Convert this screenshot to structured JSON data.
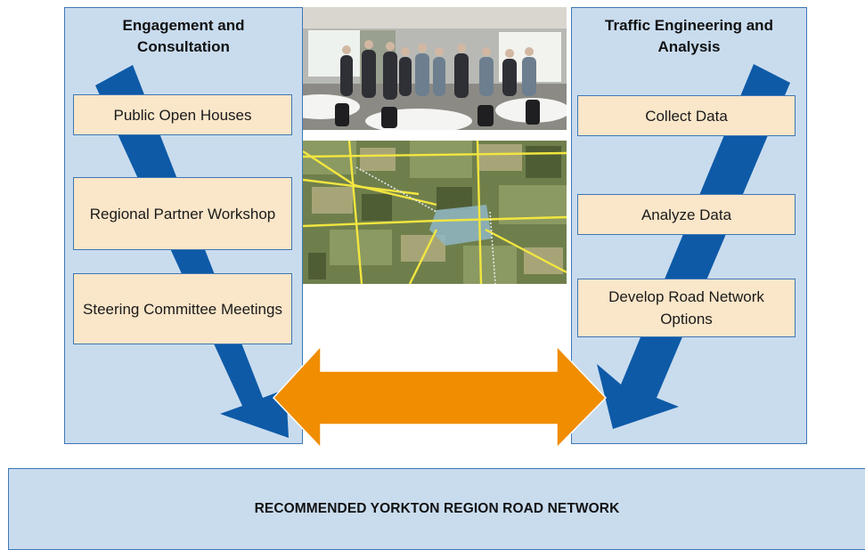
{
  "left_panel": {
    "title": "Engagement and Consultation",
    "items": [
      "Public Open Houses",
      "Regional Partner Workshop",
      "Steering Committee Meetings"
    ]
  },
  "right_panel": {
    "title": "Traffic Engineering and Analysis",
    "items": [
      "Collect Data",
      "Analyze Data",
      "Develop Road Network Options"
    ]
  },
  "bottom_bar": {
    "label": "RECOMMENDED YORKTON REGION ROAD NETWORK"
  },
  "colors": {
    "panel_fill": "#c9dcee",
    "panel_border": "#3f77b4",
    "item_fill": "#fae6c9",
    "arrow_blue": "#0e5aa7",
    "arrow_orange": "#f08d00"
  },
  "images": [
    {
      "name": "meeting-photo"
    },
    {
      "name": "aerial-road-map"
    }
  ]
}
